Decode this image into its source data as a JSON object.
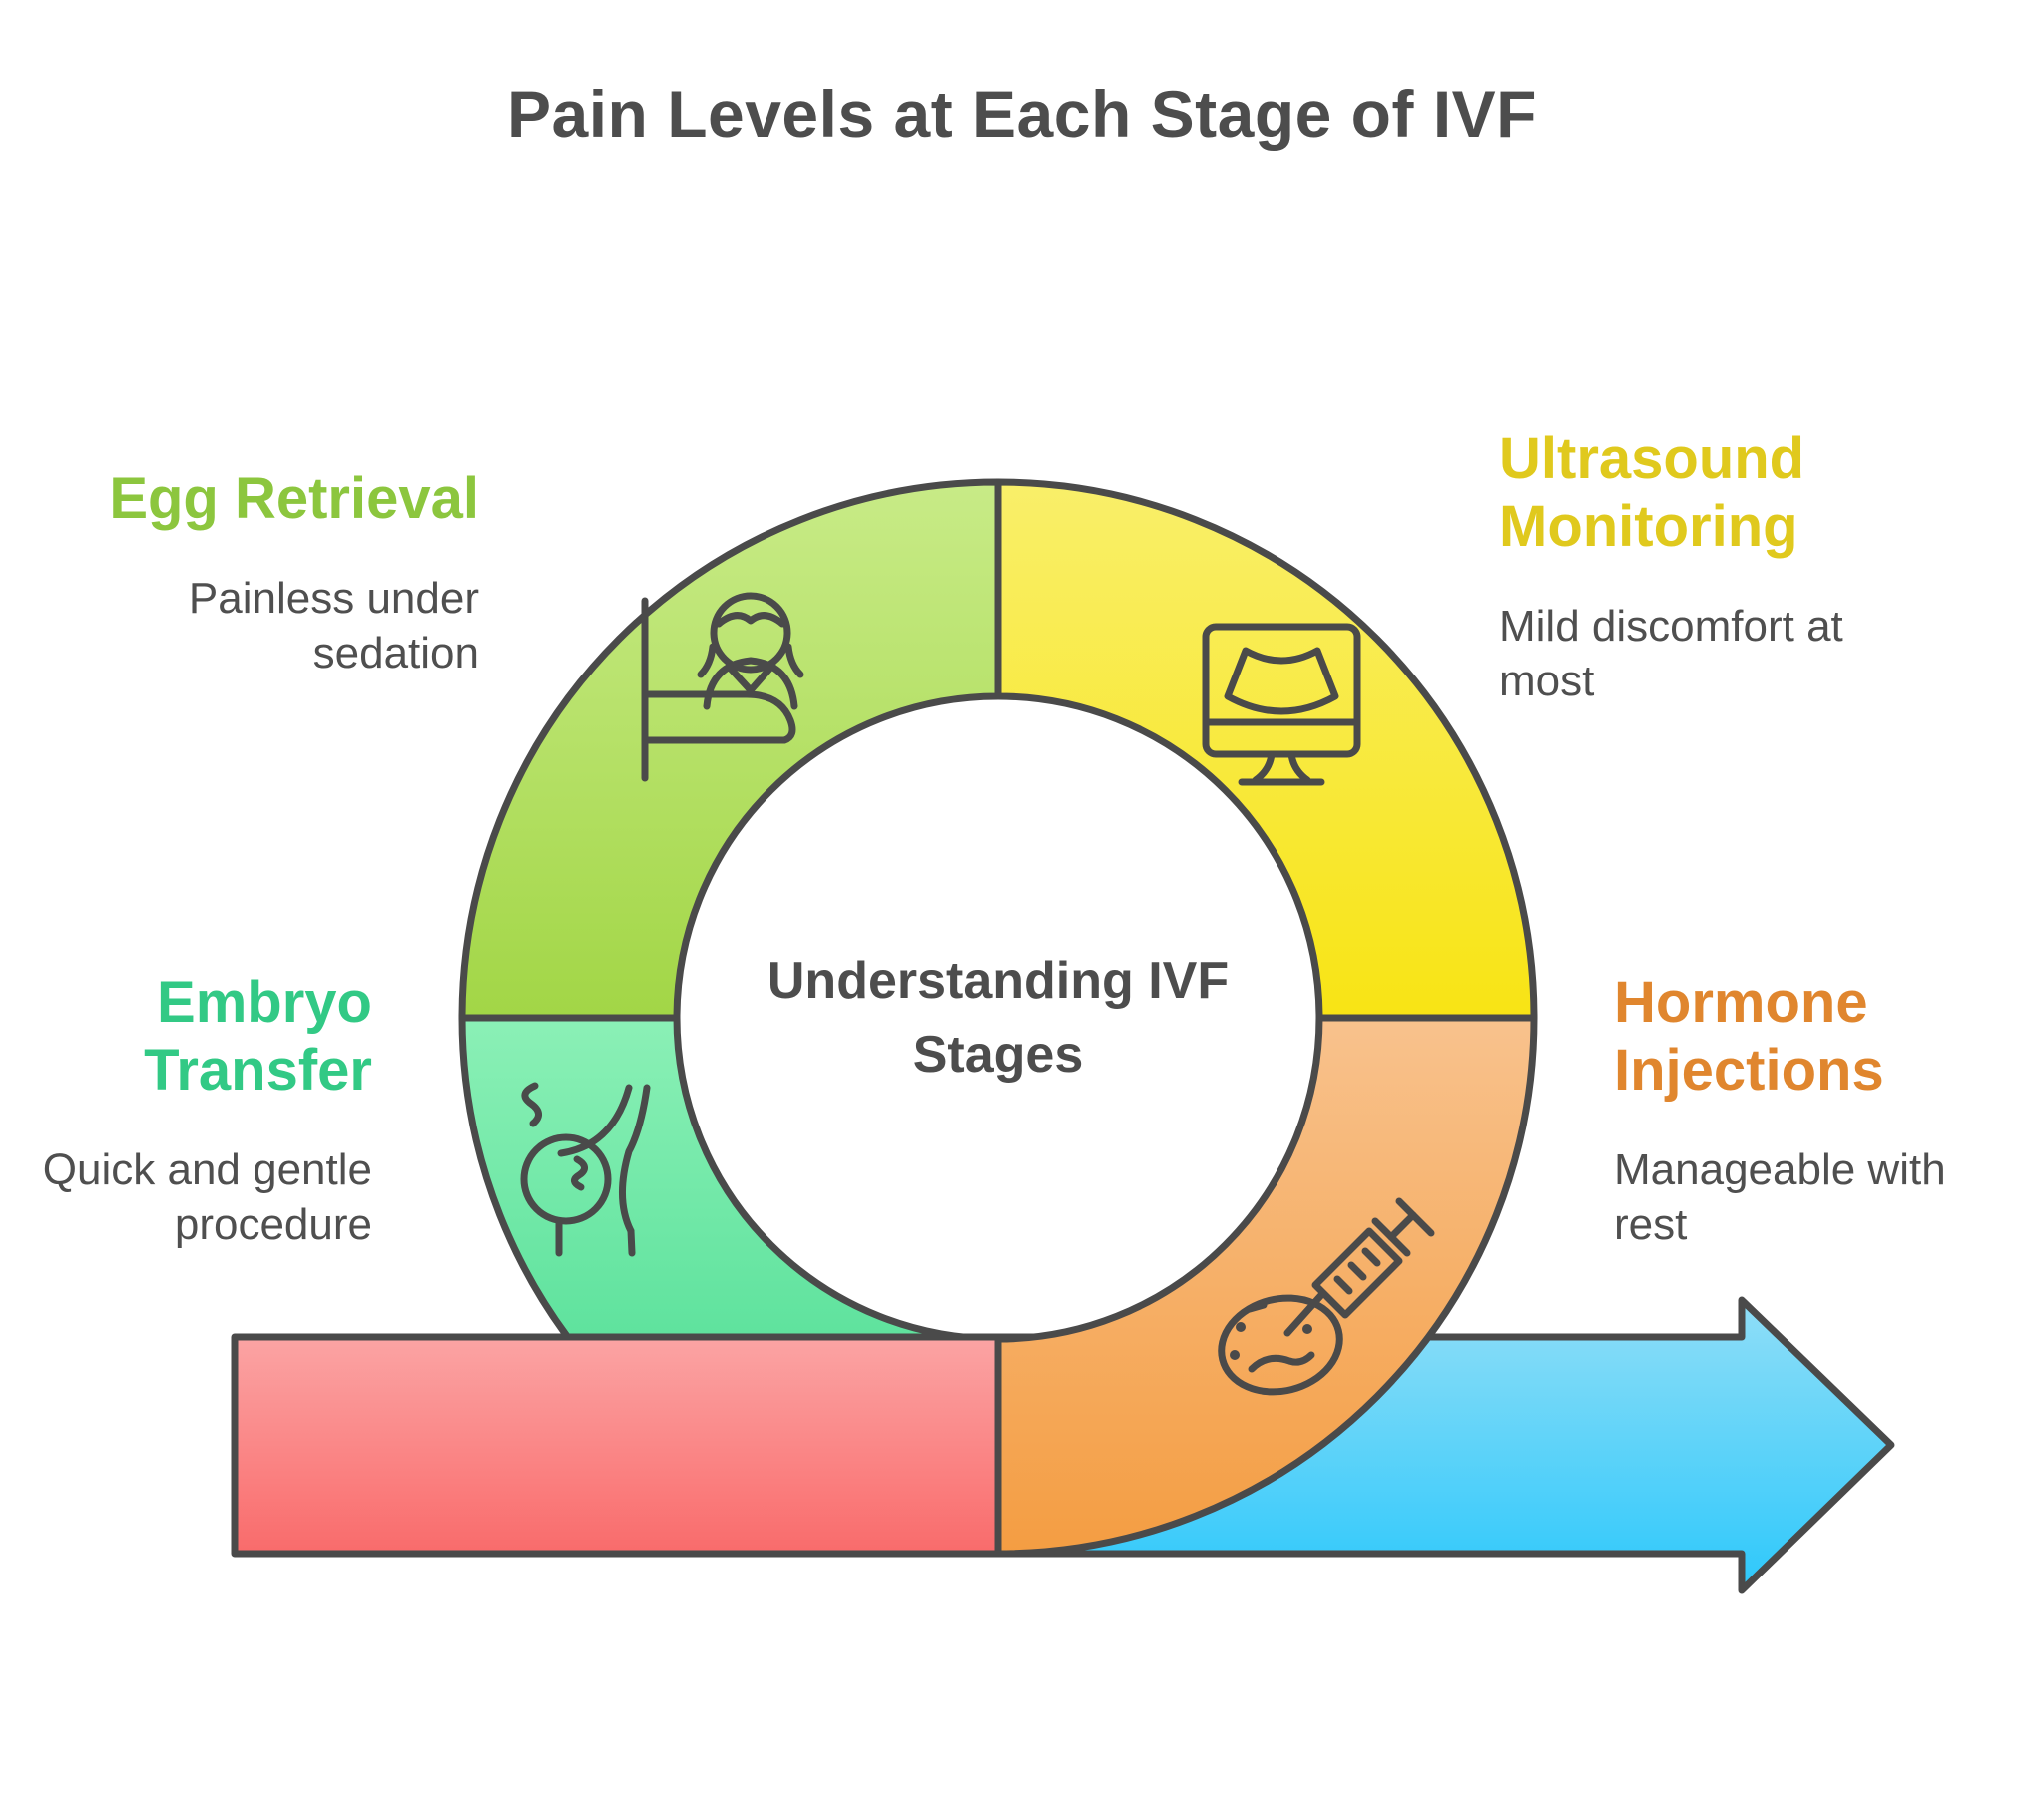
{
  "title": "Pain Levels at Each Stage of IVF",
  "center_label": "Understanding IVF\nStages",
  "stages": [
    {
      "id": "egg-retrieval",
      "label": "Egg Retrieval",
      "description": "Painless under\nsedation",
      "label_color": "#8cc63e",
      "segment_gradient": [
        "#c8eb87",
        "#a2d646"
      ],
      "icon": "patient-in-bed-icon"
    },
    {
      "id": "ultrasound-monitoring",
      "label": "Ultrasound\nMonitoring",
      "description": "Mild discomfort at\nmost",
      "label_color": "#e0c91d",
      "segment_gradient": [
        "#f9ef6a",
        "#f8e414"
      ],
      "icon": "ultrasound-monitor-icon"
    },
    {
      "id": "embryo-transfer",
      "label": "Embryo\nTransfer",
      "description": "Quick and gentle\nprocedure",
      "label_color": "#32c985",
      "segment_gradient": [
        "#8bf0b6",
        "#41d98d"
      ],
      "icon": "pregnant-belly-icon"
    },
    {
      "id": "hormone-injections",
      "label": "Hormone\nInjections",
      "description": "Manageable with\nrest",
      "label_color": "#e0862e",
      "segment_gradient": [
        "#f8c28d",
        "#f49d42"
      ],
      "icon": "syringe-egg-icon"
    }
  ],
  "flow_arrows": {
    "left": {
      "gradient": [
        "#fba4a4",
        "#f96b6b"
      ]
    },
    "right": {
      "gradient": [
        "#90def7",
        "#2dc8fb"
      ]
    }
  },
  "colors": {
    "outline": "#4a4a4a",
    "title_text": "#4d4d4d",
    "body_text": "#4f4f4f"
  }
}
